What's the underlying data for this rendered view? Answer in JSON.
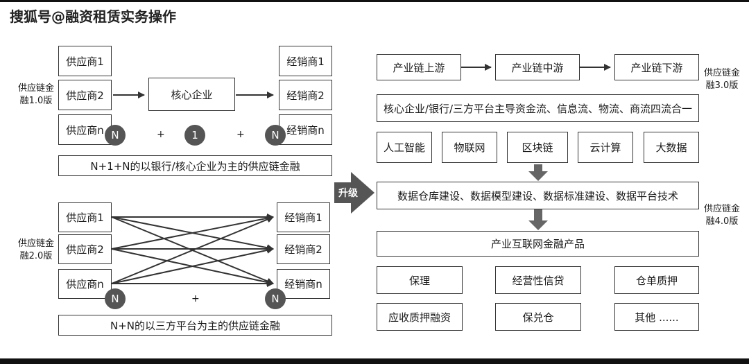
{
  "watermark": "搜狐号@融资租赁实务操作",
  "v1": {
    "label": "供应链金融1.0版",
    "suppliers": [
      "供应商1",
      "供应商2",
      "供应商n"
    ],
    "core": "核心企业",
    "dealers": [
      "经销商1",
      "经销商2",
      "经销商n"
    ],
    "circles": [
      "N",
      "1",
      "N"
    ],
    "plus": "+",
    "caption": "N+1+N的以银行/核心企业为主的供应链金融"
  },
  "v2": {
    "label": "供应链金融2.0版",
    "suppliers": [
      "供应商1",
      "供应商2",
      "供应商n"
    ],
    "dealers": [
      "经销商1",
      "经销商2",
      "经销商n"
    ],
    "circles": [
      "N",
      "N"
    ],
    "plus": "+",
    "caption": "N+N的以三方平台为主的供应链金融"
  },
  "upgrade": "升级",
  "v3": {
    "label": "供应链金融3.0版",
    "chain": [
      "产业链上游",
      "产业链中游",
      "产业链下游"
    ],
    "flows": "核心企业/银行/三方平台主导资金流、信息流、物流、商流四流合一"
  },
  "v4": {
    "label": "供应链金融4.0版",
    "tech": [
      "人工智能",
      "物联网",
      "区块链",
      "云计算",
      "大数据"
    ],
    "infra": "数据仓库建设、数据模型建设、数据标准建设、数据平台技术",
    "product": "产业互联网金融产品",
    "products": [
      "保理",
      "经营性信贷",
      "仓单质押",
      "应收质押融资",
      "保兑仓",
      "其他 ......"
    ]
  }
}
